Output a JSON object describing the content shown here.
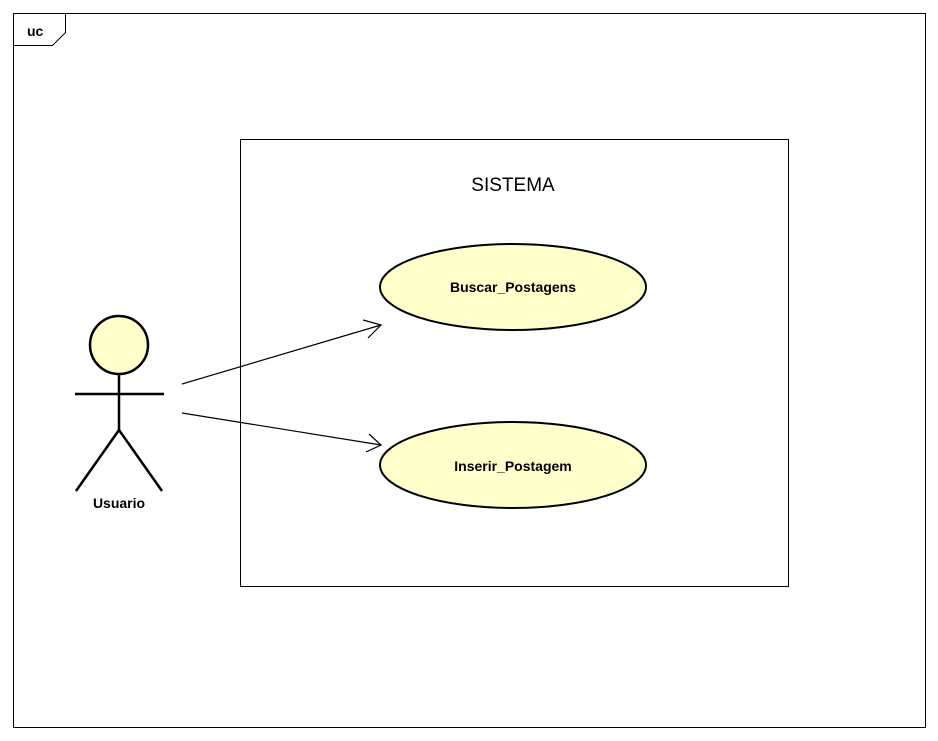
{
  "diagram": {
    "frame_tag": "uc",
    "system_boundary": {
      "title": "SISTEMA"
    },
    "actor": {
      "name": "Usuario"
    },
    "use_cases": [
      {
        "label": "Buscar_Postagens"
      },
      {
        "label": "Inserir_Postagem"
      }
    ],
    "associations": [
      {
        "from": "Usuario",
        "to": "Buscar_Postagens"
      },
      {
        "from": "Usuario",
        "to": "Inserir_Postagem"
      }
    ],
    "colors": {
      "fill": "#ffffcc",
      "stroke": "#000000",
      "background": "#ffffff"
    }
  }
}
